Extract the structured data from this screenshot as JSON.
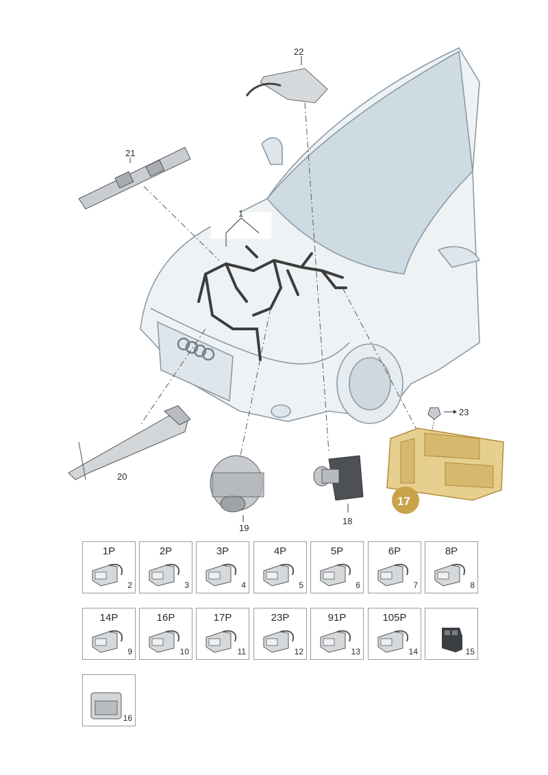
{
  "callouts": {
    "c1": "1",
    "c17": "17",
    "c18": "18",
    "c19": "19",
    "c20": "20",
    "c21": "21",
    "c22": "22",
    "c23": "23"
  },
  "connectors": [
    {
      "pins": "1P",
      "num": "2"
    },
    {
      "pins": "2P",
      "num": "3"
    },
    {
      "pins": "3P",
      "num": "4"
    },
    {
      "pins": "4P",
      "num": "5"
    },
    {
      "pins": "5P",
      "num": "6"
    },
    {
      "pins": "6P",
      "num": "7"
    },
    {
      "pins": "8P",
      "num": "8"
    },
    {
      "pins": "14P",
      "num": "9"
    },
    {
      "pins": "16P",
      "num": "10"
    },
    {
      "pins": "17P",
      "num": "11"
    },
    {
      "pins": "23P",
      "num": "12"
    },
    {
      "pins": "91P",
      "num": "13"
    },
    {
      "pins": "105P",
      "num": "14"
    },
    {
      "pins": "",
      "num": "15"
    },
    {
      "pins": "",
      "num": "16"
    }
  ],
  "colors": {
    "highlight": "#d9b86a",
    "badge": "#c9a24a",
    "glass": "#cfdbe3",
    "line": "#555555"
  }
}
